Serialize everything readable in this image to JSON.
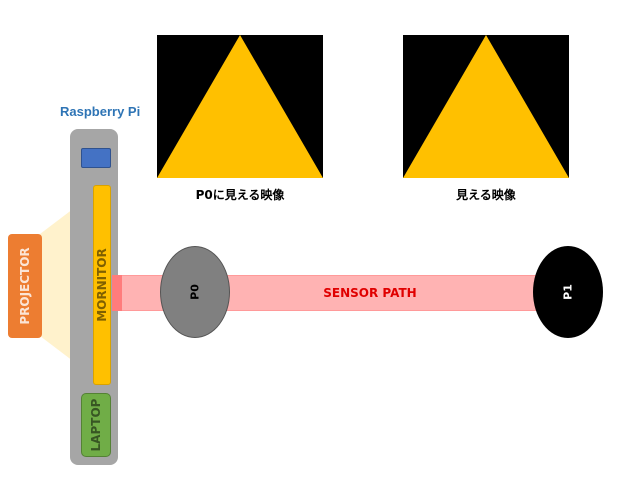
{
  "rpi": {
    "label": "Raspberry Pi",
    "monitor": "MORNITOR",
    "laptop": "LAPTOP"
  },
  "projector": {
    "label": "PROJECTOR"
  },
  "images": [
    {
      "caption": "P0に見える映像"
    },
    {
      "caption": "見える映像"
    }
  ],
  "sensor": {
    "label": "SENSOR PATH",
    "p0": "P0",
    "p1": "P1"
  },
  "colors": {
    "triangle": "#ffc000",
    "image_bg": "#000000",
    "pi_body": "#a6a6a6",
    "chip": "#4472c4",
    "monitor": "#ffc000",
    "laptop": "#70ad47",
    "projector": "#ed7d31",
    "beam": "#fff2cc",
    "sensor_path": "#ffb3b3",
    "sensor_text": "#e00000",
    "p0": "#808080",
    "p1": "#000000"
  }
}
